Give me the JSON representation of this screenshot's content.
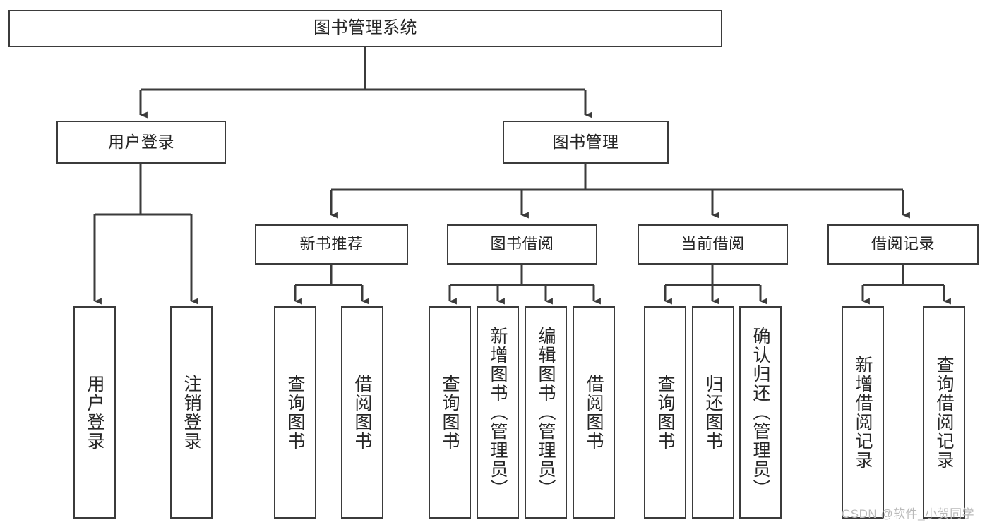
{
  "diagram": {
    "type": "tree-hierarchy",
    "title": "图书管理系统",
    "watermark": "CSDN @软件_小贺同学",
    "colors": {
      "stroke": "#3b3b3b",
      "fill": "#ffffff",
      "text": "#262626",
      "watermark": "#b9b9b9"
    },
    "root": {
      "label": "图书管理系统"
    },
    "level1": [
      {
        "label": "用户登录"
      },
      {
        "label": "图书管理"
      }
    ],
    "level2": [
      {
        "label": "新书推荐"
      },
      {
        "label": "图书借阅"
      },
      {
        "label": "当前借阅"
      },
      {
        "label": "借阅记录"
      }
    ],
    "leaves": {
      "user_login": [
        {
          "label": "用户登录"
        },
        {
          "label": "注销登录"
        }
      ],
      "new_book_recommend": [
        {
          "label": "查询图书"
        },
        {
          "label": "借阅图书"
        }
      ],
      "book_borrow": [
        {
          "label": "查询图书"
        },
        {
          "label": "新增图书（管理员）"
        },
        {
          "label": "编辑图书（管理员）"
        },
        {
          "label": "借阅图书"
        }
      ],
      "current_borrow": [
        {
          "label": "查询图书"
        },
        {
          "label": "归还图书"
        },
        {
          "label": "确认归还（管理员）"
        }
      ],
      "borrow_record": [
        {
          "label": "新增借阅记录"
        },
        {
          "label": "查询借阅记录"
        }
      ]
    }
  }
}
